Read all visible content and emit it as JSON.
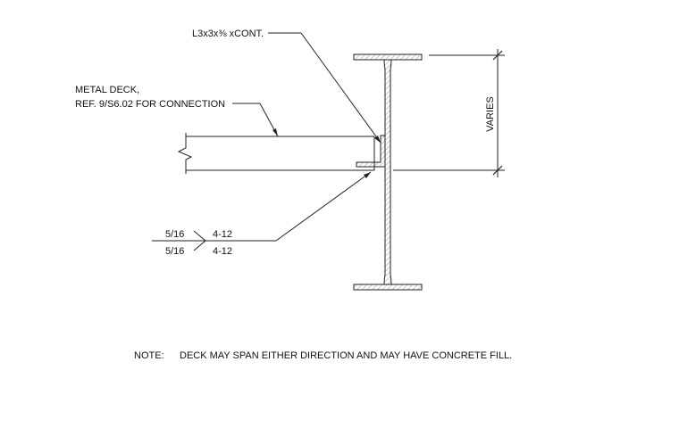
{
  "labels": {
    "angle_callout": "L3x3x⅜ xCONT.",
    "metal_deck_line1": "METAL DECK,",
    "metal_deck_line2": "REF. 9/S6.02 FOR CONNECTION",
    "varies": "VARIES",
    "weld_size_top": "5/16",
    "weld_size_bottom": "5/16",
    "weld_length_top": "4-12",
    "weld_length_bottom": "4-12"
  },
  "note": {
    "prefix": "NOTE:",
    "text": "DECK MAY SPAN EITHER DIRECTION AND MAY HAVE CONCRETE FILL."
  }
}
